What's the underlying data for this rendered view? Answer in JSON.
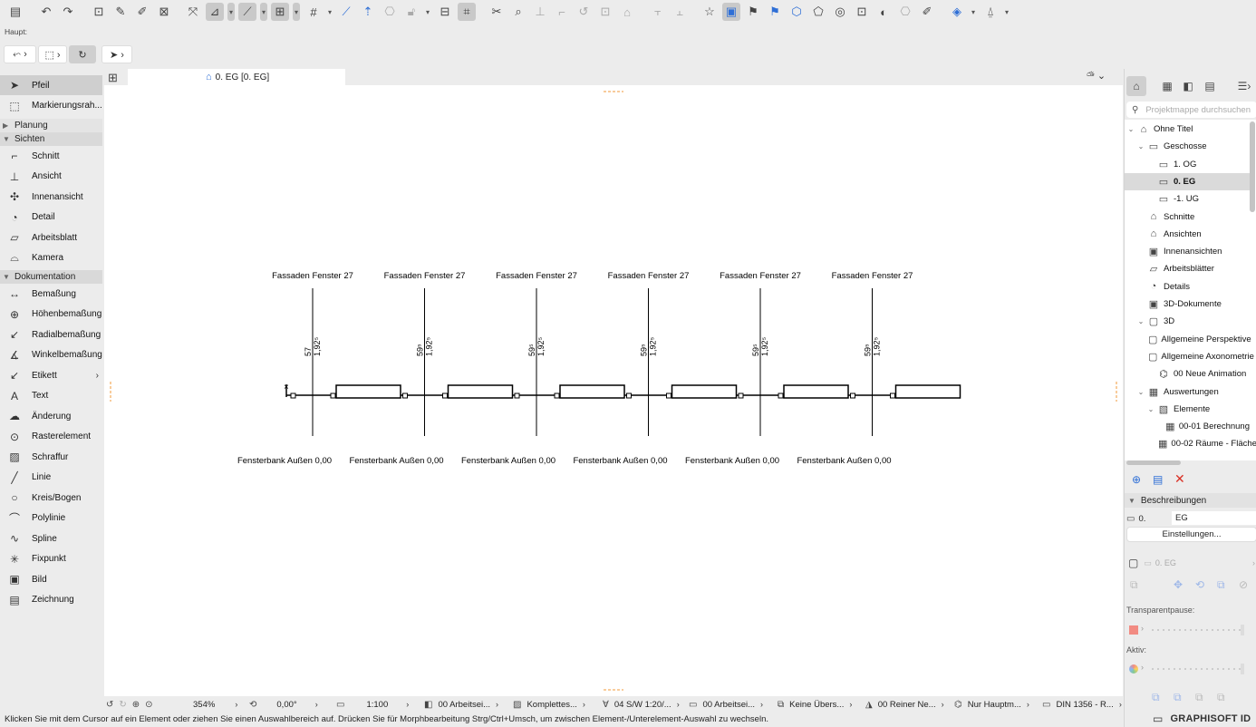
{
  "toolbar": {
    "icons": [
      "save-icon",
      "undo-icon",
      "redo-icon",
      "select-tool-icon",
      "pick-up-icon",
      "inject-icon",
      "fit-icon",
      "point-snap-icon",
      "guide-icon",
      "snap-guide-icon",
      "grid-snap-icon",
      "grid-icon",
      "layer-icon",
      "gradient-icon",
      "lock-icon",
      "elevation-icon",
      "trace-icon",
      "distance-icon",
      "trim-icon",
      "intersect-icon",
      "offset-icon",
      "fillet-icon",
      "split-icon",
      "align-icon",
      "distribute-icon",
      "favorites-icon",
      "selection-window-icon",
      "flag-icon",
      "hierarchy-icon",
      "3d-cube-icon",
      "3d-window-icon",
      "3d-layers-icon",
      "section-icon",
      "elevation-view-icon",
      "document-icon",
      "measure-icon",
      "eye-icon",
      "palette-icon"
    ]
  },
  "haupt_label": "Haupt:",
  "toolbox": {
    "items": [
      {
        "type": "item",
        "label": "Pfeil",
        "icon": "arrow-icon",
        "glyph": "➤",
        "selected": true
      },
      {
        "type": "item",
        "label": "Markierungsrah...",
        "icon": "marquee-icon",
        "glyph": "⬚",
        "selected": false
      },
      {
        "type": "section",
        "label": "Planung",
        "open": false
      },
      {
        "type": "section",
        "label": "Sichten",
        "open": true
      },
      {
        "type": "item",
        "label": "Schnitt",
        "icon": "section-icon",
        "glyph": "⌐",
        "selected": false
      },
      {
        "type": "item",
        "label": "Ansicht",
        "icon": "elevation-icon",
        "glyph": "⊥",
        "selected": false
      },
      {
        "type": "item",
        "label": "Innenansicht",
        "icon": "interior-elevation-icon",
        "glyph": "✣",
        "selected": false
      },
      {
        "type": "item",
        "label": "Detail",
        "icon": "detail-icon",
        "glyph": "◔",
        "selected": false
      },
      {
        "type": "item",
        "label": "Arbeitsblatt",
        "icon": "worksheet-icon",
        "glyph": "▱",
        "selected": false
      },
      {
        "type": "item",
        "label": "Kamera",
        "icon": "camera-icon",
        "glyph": "⌓",
        "selected": false
      },
      {
        "type": "section",
        "label": "Dokumentation",
        "open": true
      },
      {
        "type": "item",
        "label": "Bemaßung",
        "icon": "dimension-icon",
        "glyph": "↔",
        "selected": false
      },
      {
        "type": "item",
        "label": "Höhenbemaßung",
        "icon": "level-dimension-icon",
        "glyph": "⊕",
        "selected": false
      },
      {
        "type": "item",
        "label": "Radialbemaßung",
        "icon": "radial-dimension-icon",
        "glyph": "↙",
        "selected": false
      },
      {
        "type": "item",
        "label": "Winkelbemaßung",
        "icon": "angle-dimension-icon",
        "glyph": "∡",
        "selected": false
      },
      {
        "type": "item",
        "label": "Etikett",
        "icon": "label-icon",
        "glyph": "↙",
        "selected": false,
        "chevron": "›"
      },
      {
        "type": "item",
        "label": "Text",
        "icon": "text-icon",
        "glyph": "A",
        "selected": false
      },
      {
        "type": "item",
        "label": "Änderung",
        "icon": "change-icon",
        "glyph": "☁",
        "selected": false
      },
      {
        "type": "item",
        "label": "Rasterelement",
        "icon": "grid-element-icon",
        "glyph": "⊙",
        "selected": false
      },
      {
        "type": "item",
        "label": "Schraffur",
        "icon": "fill-icon",
        "glyph": "▨",
        "selected": false
      },
      {
        "type": "item",
        "label": "Linie",
        "icon": "line-icon",
        "glyph": "╱",
        "selected": false
      },
      {
        "type": "item",
        "label": "Kreis/Bogen",
        "icon": "arc-icon",
        "glyph": "○",
        "selected": false
      },
      {
        "type": "item",
        "label": "Polylinie",
        "icon": "polyline-icon",
        "glyph": "⌒",
        "selected": false
      },
      {
        "type": "item",
        "label": "Spline",
        "icon": "spline-icon",
        "glyph": "∿",
        "selected": false
      },
      {
        "type": "item",
        "label": "Fixpunkt",
        "icon": "hotspot-icon",
        "glyph": "✳",
        "selected": false
      },
      {
        "type": "item",
        "label": "Bild",
        "icon": "image-icon",
        "glyph": "▣",
        "selected": false
      },
      {
        "type": "item",
        "label": "Zeichnung",
        "icon": "drawing-icon",
        "glyph": "▤",
        "selected": false
      }
    ]
  },
  "tab": {
    "label": "0. EG [0. EG]"
  },
  "drawing": {
    "window_labels": [
      "Fassaden Fenster 27",
      "Fassaden Fenster 27",
      "Fassaden Fenster 27",
      "Fassaden Fenster 27",
      "Fassaden Fenster 27",
      "Fassaden Fenster 27"
    ],
    "sill_labels": [
      "Fensterbank Außen 0,00",
      "Fensterbank Außen 0,00",
      "Fensterbank Außen 0,00",
      "Fensterbank Außen 0,00",
      "Fensterbank Außen 0,00",
      "Fensterbank Außen 0,00"
    ],
    "dim_width": [
      "57",
      "59⁵",
      "59⁵",
      "59⁵",
      "59⁵",
      "59⁵"
    ],
    "dim_height": [
      "1,92⁵",
      "1,92⁵",
      "1,92⁵",
      "1,92⁵",
      "1,92⁵",
      "1,92⁵"
    ]
  },
  "statusbar": {
    "zoom": "354%",
    "angle": "0,00°",
    "scale": "1:100",
    "layer_combo": "00 Arbeitsei...",
    "structure": "Komplettes...",
    "pen_set": "04 S/W 1:20/...",
    "model_view": "00 Arbeitsei...",
    "override": "Keine Übers...",
    "renovation": "00 Reiner Ne...",
    "display": "Nur Hauptm...",
    "dimension_std": "DIN 1356 - R..."
  },
  "hint": "Klicken Sie mit dem Cursor auf ein Element oder ziehen Sie einen Auswahlbereich auf. Drücken Sie für Morphbearbeitung Strg/Ctrl+Umsch, um zwischen Element-/Unterelement-Auswahl zu wechseln.",
  "navigator": {
    "search_placeholder": "Projektmappe durchsuchen",
    "tree": [
      {
        "label": "Ohne Titel",
        "level": 0,
        "chev": "⌄",
        "icon": "project-icon",
        "glyph": "⌂",
        "selected": false
      },
      {
        "label": "Geschosse",
        "level": 1,
        "chev": "⌄",
        "icon": "stories-icon",
        "glyph": "▭",
        "selected": false
      },
      {
        "label": "1. OG",
        "level": 2,
        "chev": "",
        "icon": "story-icon",
        "glyph": "▭",
        "selected": false
      },
      {
        "label": "0. EG",
        "level": 2,
        "chev": "",
        "icon": "story-icon",
        "glyph": "▭",
        "selected": true
      },
      {
        "label": "-1. UG",
        "level": 2,
        "chev": "",
        "icon": "story-icon",
        "glyph": "▭",
        "selected": false
      },
      {
        "label": "Schnitte",
        "level": 1,
        "chev": "",
        "icon": "sections-icon",
        "glyph": "⌂",
        "selected": false
      },
      {
        "label": "Ansichten",
        "level": 1,
        "chev": "",
        "icon": "elevations-icon",
        "glyph": "⌂",
        "selected": false
      },
      {
        "label": "Innenansichten",
        "level": 1,
        "chev": "",
        "icon": "interior-elevations-icon",
        "glyph": "▣",
        "selected": false
      },
      {
        "label": "Arbeitsblätter",
        "level": 1,
        "chev": "",
        "icon": "worksheets-icon",
        "glyph": "▱",
        "selected": false
      },
      {
        "label": "Details",
        "level": 1,
        "chev": "",
        "icon": "details-icon",
        "glyph": "◔",
        "selected": false
      },
      {
        "label": "3D-Dokumente",
        "level": 1,
        "chev": "",
        "icon": "3d-documents-icon",
        "glyph": "▣",
        "selected": false
      },
      {
        "label": "3D",
        "level": 1,
        "chev": "⌄",
        "icon": "3d-icon",
        "glyph": "▢",
        "selected": false
      },
      {
        "label": "Allgemeine Perspektive",
        "level": 2,
        "chev": "",
        "icon": "perspective-icon",
        "glyph": "▢",
        "selected": false
      },
      {
        "label": "Allgemeine Axonometrie",
        "level": 2,
        "chev": "",
        "icon": "axonometry-icon",
        "glyph": "▢",
        "selected": false
      },
      {
        "label": "00 Neue Animation",
        "level": 2,
        "chev": "",
        "icon": "animation-icon",
        "glyph": "⌬",
        "selected": false
      },
      {
        "label": "Auswertungen",
        "level": 1,
        "chev": "⌄",
        "icon": "schedules-icon",
        "glyph": "▦",
        "selected": false
      },
      {
        "label": "Elemente",
        "level": 2,
        "chev": "⌄",
        "icon": "elements-icon",
        "glyph": "▧",
        "selected": false
      },
      {
        "label": "00-01 Berechnung",
        "level": 3,
        "chev": "",
        "icon": "schedule-icon",
        "glyph": "▦",
        "selected": false
      },
      {
        "label": "00-02 Räume - Fläche",
        "level": 3,
        "chev": "",
        "icon": "schedule-icon",
        "glyph": "▦",
        "selected": false
      }
    ],
    "desc_heading": "Beschreibungen",
    "desc_id": "0.",
    "desc_name": "EG",
    "settings_button": "Einstellungen...",
    "view_name": "0. EG",
    "transparent_label": "Transparentpause:",
    "active_label": "Aktiv:",
    "colors": {
      "accent": "#2f6fd6",
      "delete": "#d93025",
      "transparent_swatch": "#f28b82"
    }
  },
  "logo": "GRAPHISOFT ID"
}
